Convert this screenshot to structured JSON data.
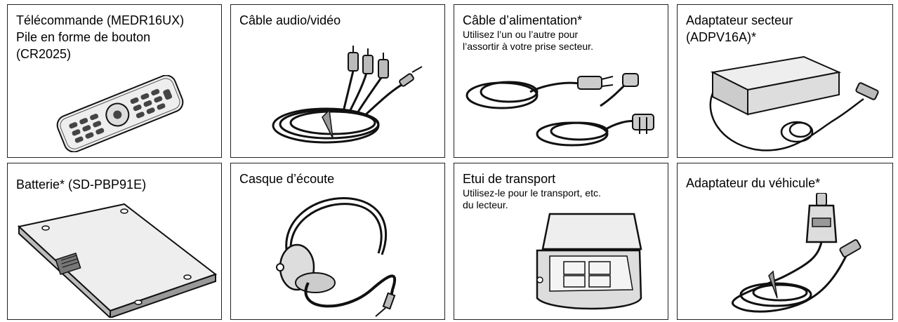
{
  "items": [
    {
      "title": "Télécommande (MEDR16UX)\nPile en forme de bouton\n(CR2025)",
      "note": "",
      "icon": "remote-control-icon"
    },
    {
      "title": "Câble audio/vidéo",
      "note": "",
      "icon": "av-cable-icon"
    },
    {
      "title": "Câble d’alimentation*",
      "note": "Utilisez l’un ou l’autre pour\nl’assortir à votre prise secteur.",
      "icon": "power-cable-icon"
    },
    {
      "title": "Adaptateur secteur\n(ADPV16A)*",
      "note": "",
      "icon": "ac-adapter-icon"
    },
    {
      "title": "Batterie* (SD-PBP91E)",
      "note": "",
      "icon": "battery-icon"
    },
    {
      "title": "Casque d’écoute",
      "note": "",
      "icon": "headphones-icon"
    },
    {
      "title": "Etui de transport",
      "note": "Utilisez-le pour le transport, etc.\ndu lecteur.",
      "icon": "carrying-case-icon"
    },
    {
      "title": "Adaptateur du véhicule*",
      "note": "",
      "icon": "car-adapter-icon"
    }
  ]
}
